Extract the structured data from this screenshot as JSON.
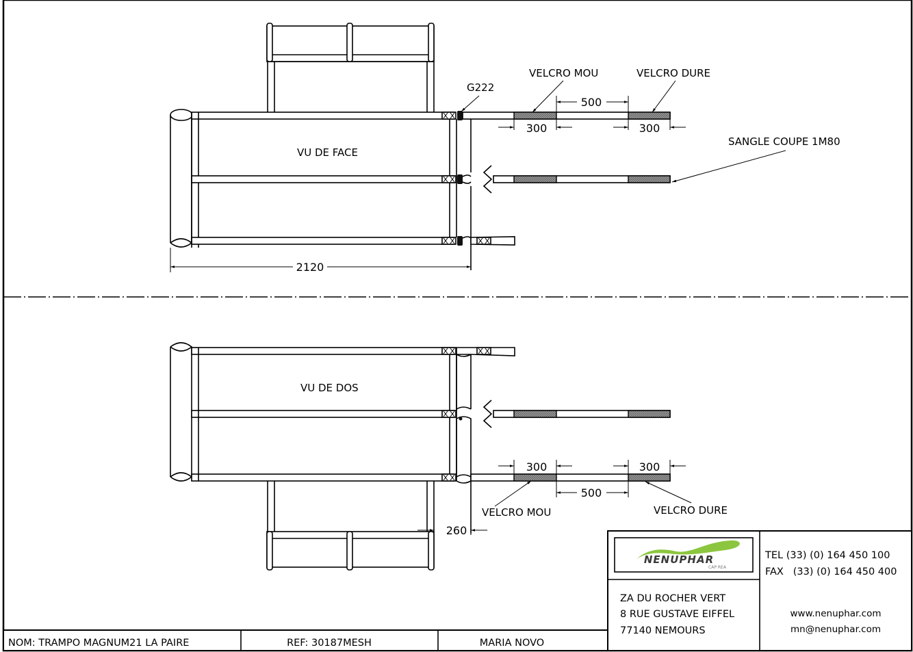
{
  "views": {
    "front": {
      "title": "VU DE FACE",
      "label_g222": "G222",
      "label_velcro_mou": "VELCRO MOU",
      "label_velcro_dure": "VELCRO DURE",
      "label_sangle": "SANGLE COUPE 1M80",
      "dim_gap": "500",
      "dim_mou": "300",
      "dim_dure": "300",
      "dim_length": "2120"
    },
    "back": {
      "title": "VU DE DOS",
      "label_velcro_mou": "VELCRO MOU",
      "label_velcro_dure": "VELCRO DURE",
      "dim_gap": "500",
      "dim_mou": "300",
      "dim_dure": "300",
      "dim_offset": "260"
    }
  },
  "title_block": {
    "logo_text": "NENUPHAR",
    "logo_subtext": "CAP REA",
    "logo_color": "#8cc63f",
    "tel": "TEL (33) (0) 164 450 100",
    "fax": "FAX   (33) (0) 164 450 400",
    "address_line1": "ZA DU ROCHER VERT",
    "address_line2": "8 RUE GUSTAVE EIFFEL",
    "address_line3": "77140 NEMOURS",
    "website": "www.nenuphar.com",
    "email": "mn@nenuphar.com",
    "name": "NOM: TRAMPO MAGNUM21 LA PAIRE",
    "ref": "REF: 30187MESH",
    "author": "MARIA NOVO"
  },
  "colors": {
    "velcro_fill": "#7a7a7a",
    "line": "#000000"
  }
}
